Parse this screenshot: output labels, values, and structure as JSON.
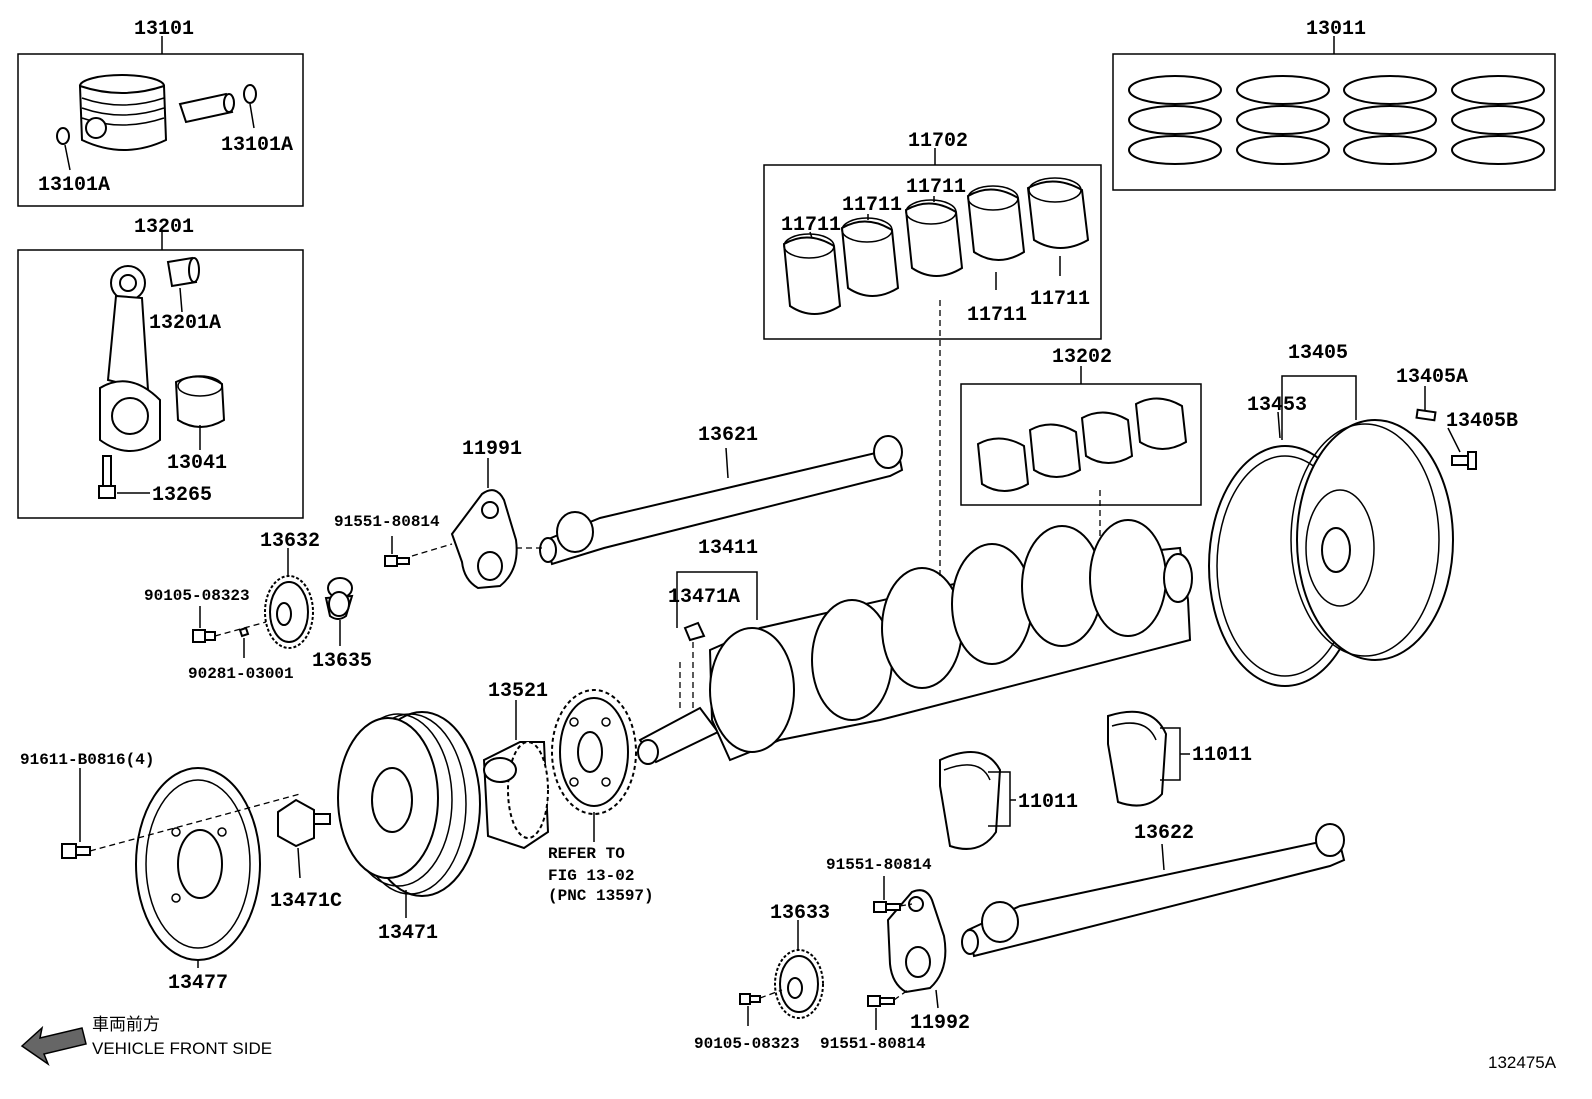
{
  "labels": {
    "l13101": "13101",
    "l13101A_r": "13101A",
    "l13101A_l": "13101A",
    "l13201": "13201",
    "l13201A": "13201A",
    "l13041": "13041",
    "l13265": "13265",
    "l13011": "13011",
    "l11702": "11702",
    "l11711_1": "11711",
    "l11711_2": "11711",
    "l11711_3": "11711",
    "l11711_4": "11711",
    "l11711_5": "11711",
    "l13202": "13202",
    "l13405": "13405",
    "l13405A": "13405A",
    "l13405B": "13405B",
    "l13453": "13453",
    "l11991": "11991",
    "l13621": "13621",
    "l91551_a": "91551-80814",
    "l13632": "13632",
    "l90105_a": "90105-08323",
    "l90281": "90281-03001",
    "l13635": "13635",
    "l13411": "13411",
    "l13471A": "13471A",
    "l13521": "13521",
    "l91611": "91611-B0816(4)",
    "l13471C": "13471C",
    "l13471": "13471",
    "l13477": "13477",
    "l11011_a": "11011",
    "l11011_b": "11011",
    "l13622": "13622",
    "l91551_b": "91551-80814",
    "l13633": "13633",
    "l90105_b": "90105-08323",
    "l91551_c": "91551-80814",
    "l11992": "11992",
    "ref1": "REFER TO",
    "ref2": "FIG 13-02",
    "ref3": "(PNC 13597)",
    "front_jp": "車両前方",
    "front_en": "VEHICLE FRONT SIDE",
    "fig_no": "132475A"
  }
}
